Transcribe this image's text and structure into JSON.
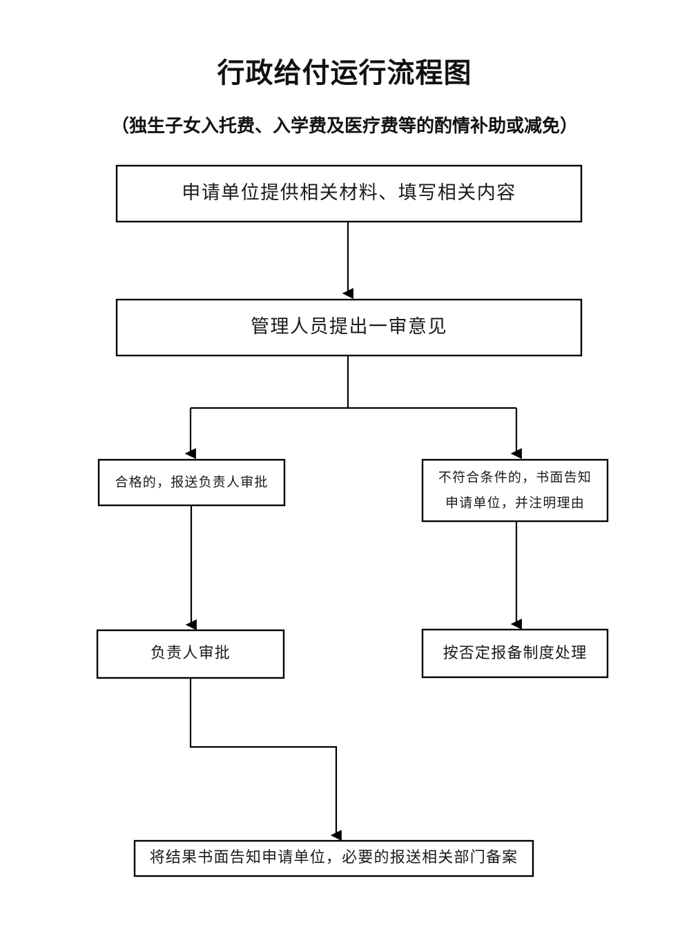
{
  "document": {
    "title": "行政给付运行流程图",
    "subtitle": "（独生子女入托费、入学费及医疗费等的酌情补助或减免）"
  },
  "chart_data": {
    "type": "diagram",
    "diagram_kind": "flowchart",
    "orientation": "top-to-bottom",
    "title": "行政给付运行流程图",
    "subtitle": "（独生子女入托费、入学费及医疗费等的酌情补助或减免）",
    "nodes": [
      {
        "id": "n1",
        "label": "申请单位提供相关材料、填写相关内容",
        "shape": "rectangle"
      },
      {
        "id": "n2",
        "label": "管理人员提出一审意见",
        "shape": "rectangle"
      },
      {
        "id": "n3",
        "label": "合格的，报送负责人审批",
        "shape": "rectangle"
      },
      {
        "id": "n4",
        "label_line1": "不符合条件的，书面告知",
        "label_line2": "申请单位，并注明理由",
        "shape": "rectangle"
      },
      {
        "id": "n5",
        "label": "负责人审批",
        "shape": "rectangle"
      },
      {
        "id": "n6",
        "label": "按否定报备制度处理",
        "shape": "rectangle"
      },
      {
        "id": "n7",
        "label": "将结果书面告知申请单位，必要的报送相关部门备案",
        "shape": "rectangle"
      }
    ],
    "edges": [
      {
        "from": "n1",
        "to": "n2",
        "label": "",
        "arrow": true
      },
      {
        "from": "n2",
        "to": "n3",
        "label": "",
        "arrow": true
      },
      {
        "from": "n2",
        "to": "n4",
        "label": "",
        "arrow": true
      },
      {
        "from": "n3",
        "to": "n5",
        "label": "",
        "arrow": true
      },
      {
        "from": "n4",
        "to": "n6",
        "label": "",
        "arrow": true
      },
      {
        "from": "n5",
        "to": "n7",
        "label": "",
        "arrow": true
      }
    ],
    "colors": {
      "background": "#ffffff",
      "node_fill": "#ffffff",
      "node_stroke": "#000000",
      "edge_stroke": "#000000",
      "text": "#1a1a1a"
    }
  }
}
